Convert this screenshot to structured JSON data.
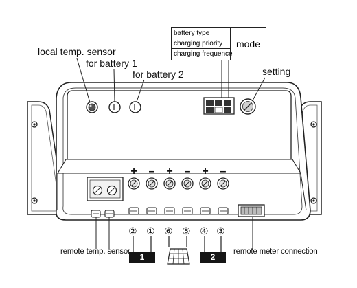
{
  "labels": {
    "local_temp_sensor": "local temp. sensor",
    "for_battery_1": "for battery 1",
    "for_battery_2": "for battery 2",
    "setting": "setting",
    "remote_temp_sensor": "remote temp. sensor",
    "remote_meter_connection": "remote meter connection"
  },
  "mode_table": {
    "rows": [
      "battery type",
      "charging priority",
      "charging frequence"
    ],
    "title": "mode"
  },
  "terminals": {
    "signs": [
      "+",
      "–",
      "+",
      "–",
      "+",
      "–"
    ],
    "numbers": [
      "②",
      "①",
      "⑥",
      "⑤",
      "④",
      "③"
    ]
  },
  "batteries": [
    "1",
    "2"
  ]
}
